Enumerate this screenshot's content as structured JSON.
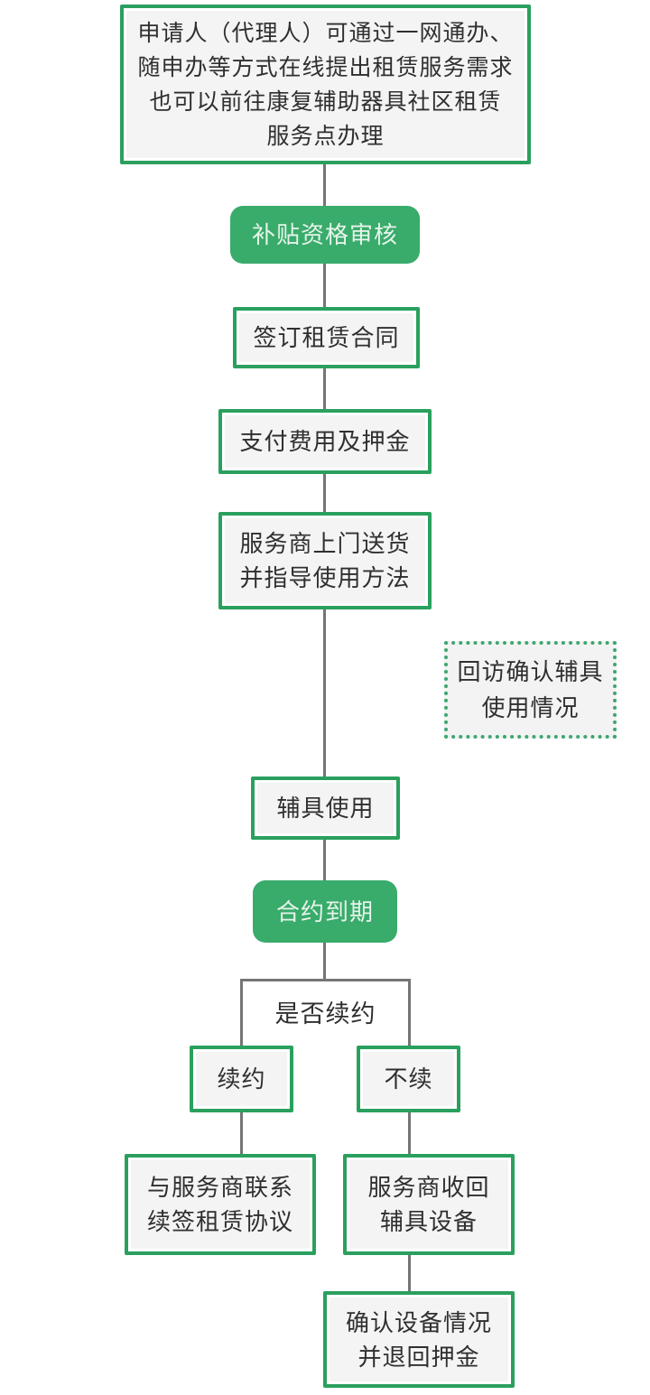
{
  "colors": {
    "green_border": "#2aa05e",
    "green_fill": "#39ab6b",
    "dotted_border": "#3da670",
    "pill_text": "#e6f4ea",
    "box_fill": "#f3f4f3",
    "connector_gray": "#757575",
    "text": "#2f2f2f"
  },
  "nodes": {
    "apply": {
      "text": "申请人（代理人）可通过一网通办、\n随申办等方式在线提出租赁服务需求\n也可以前往康复辅助器具社区租赁\n服务点办理"
    },
    "review": {
      "text": "补贴资格审核"
    },
    "sign": {
      "text": "签订租赁合同"
    },
    "pay": {
      "text": "支付费用及押金"
    },
    "deliver": {
      "text": "服务商上门送货\n并指导使用方法"
    },
    "visit": {
      "text": "回访确认辅具\n使用情况"
    },
    "use": {
      "text": "辅具使用"
    },
    "expire": {
      "text": "合约到期"
    },
    "decision": {
      "text": "是否续约"
    },
    "renew": {
      "text": "续约"
    },
    "no_renew": {
      "text": "不续"
    },
    "renew_sign": {
      "text": "与服务商联系\n续签租赁协议"
    },
    "collect": {
      "text": "服务商收回\n辅具设备"
    },
    "refund": {
      "text": "确认设备情况\n并退回押金"
    }
  }
}
